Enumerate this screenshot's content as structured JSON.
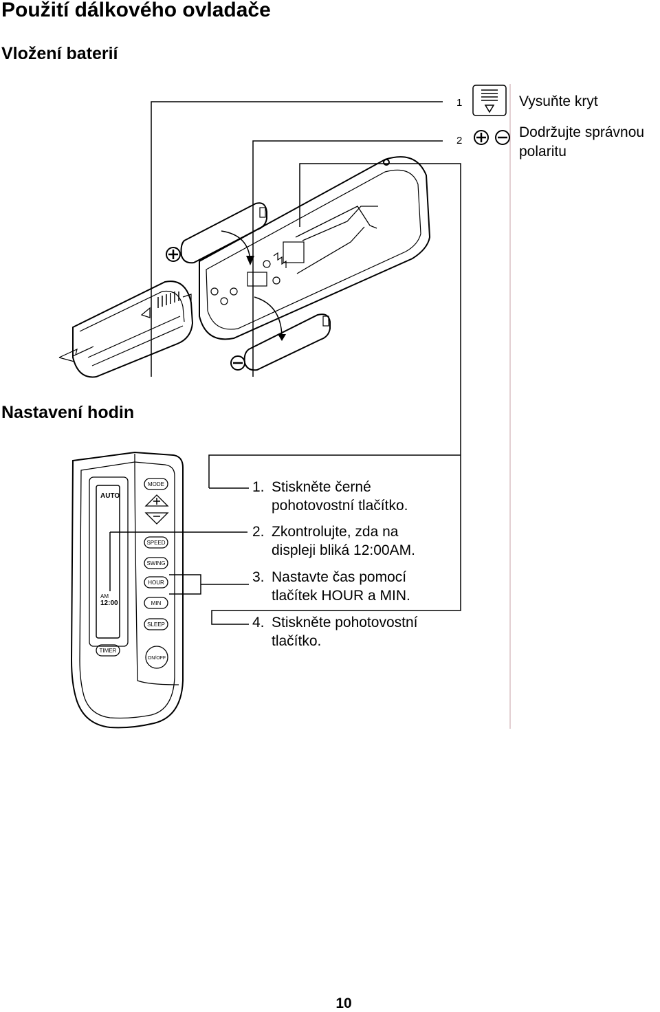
{
  "title": "Použití dálkového ovladače",
  "battery_section": {
    "heading": "Vložení baterií",
    "legend": [
      {
        "number": "1",
        "icon": "slide-cover-icon",
        "text": "Vysuňte kryt"
      },
      {
        "number": "2",
        "icon": "polarity-icon",
        "text": "Dodržujte správnou polaritu"
      }
    ]
  },
  "clock_section": {
    "heading": "Nastavení hodin",
    "steps": [
      {
        "number": "1.",
        "line1": "Stiskněte černé",
        "line2": "pohotovostní tlačítko."
      },
      {
        "number": "2.",
        "line1": "Zkontrolujte, zda na",
        "line2": "displeji bliká 12:00AM."
      },
      {
        "number": "3.",
        "line1": "Nastavte čas pomocí",
        "line2": "tlačítek HOUR a MIN."
      },
      {
        "number": "4.",
        "line1": "Stiskněte pohotovostní",
        "line2": "tlačítko."
      }
    ],
    "remote": {
      "display_mode": "AUTO",
      "display_ampm": "AM",
      "display_time": "12:00",
      "buttons": [
        "MODE",
        "SPEED",
        "SWING",
        "HOUR",
        "MIN",
        "SLEEP",
        "TIMER",
        "ON/OFF"
      ]
    }
  },
  "page_number": "10"
}
